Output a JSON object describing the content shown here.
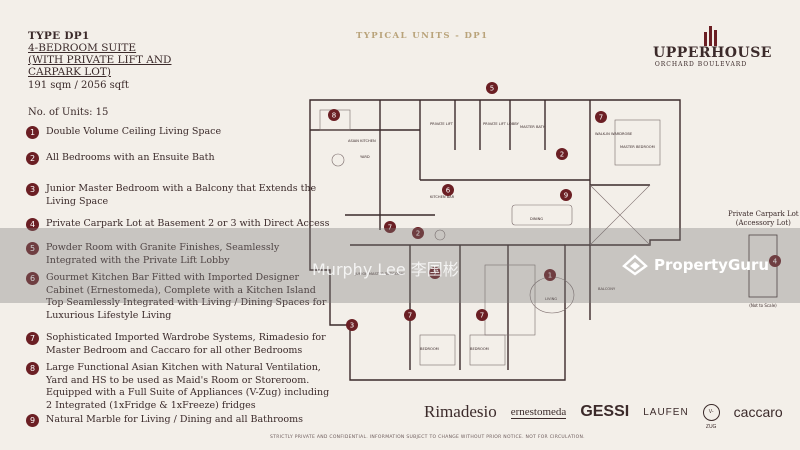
{
  "header": {
    "type": "TYPE DP1",
    "suite_lines": [
      "4-BEDROOM SUITE",
      "(WITH PRIVATE LIFT AND",
      "CARPARK LOT)"
    ],
    "area": "191 sqm / 2056 sqft",
    "units": "No. of Units: 15",
    "center_title": "TYPICAL UNITS - DP1"
  },
  "brand": {
    "name": "UPPERHOUSE",
    "sub": "ORCHARD BOULEVARD"
  },
  "features": [
    {
      "num": "1",
      "text": "Double Volume Ceiling Living Space"
    },
    {
      "num": "2",
      "text": "All Bedrooms with an Ensuite Bath"
    },
    {
      "num": "3",
      "text": "Junior Master Bedroom with a Balcony that Extends the Living Space"
    },
    {
      "num": "4",
      "text": "Private Carpark Lot at Basement 2 or 3 with Direct Access"
    },
    {
      "num": "5",
      "text": "Powder Room with Granite Finishes, Seamlessly Integrated with the Private Lift Lobby"
    },
    {
      "num": "6",
      "text": "Gourmet Kitchen Bar Fitted with Imported Designer Cabinet (Ernestomeda), Complete with a Kitchen Island Top Seamlessly Integrated with Living / Dining Spaces for Luxurious Lifestyle Living"
    },
    {
      "num": "7",
      "text": "Sophisticated Imported Wardrobe Systems, Rimadesio for Master Bedroom and Caccaro for all other Bedrooms"
    },
    {
      "num": "8",
      "text": "Large Functional Asian Kitchen with Natural Ventilation, Yard and HS to be used as Maid's Room or Storeroom. Equipped with a Full Suite of Appliances (V-Zug) including 2 Integrated (1xFridge & 1xFreeze) fridges"
    },
    {
      "num": "9",
      "text": "Natural Marble for Living / Dining and all Bathrooms"
    }
  ],
  "plan": {
    "rooms": [
      "ASIAN KITCHEN",
      "PRIVATE LIFT",
      "PRIVATE LIFT LOBBY",
      "MASTER BATH",
      "WALK-IN WARDROBE",
      "MASTER BEDROOM",
      "DINING",
      "LIVING",
      "BALCONY",
      "BEDROOM",
      "BEDROOM",
      "JUNIOR MASTER BEDROOM",
      "YARD",
      "KITCHEN BAR"
    ],
    "carpark_lines": [
      "Private Carpark Lot",
      "(Accessory Lot)"
    ],
    "carpark_note": "(Not to Scale)",
    "badges": [
      "5",
      "8",
      "7",
      "2",
      "9",
      "6",
      "7",
      "2",
      "1",
      "7",
      "7",
      "7",
      "3",
      "4"
    ]
  },
  "watermark": {
    "agent": "Murphy Lee 李国彬",
    "site": "PropertyGuru"
  },
  "brands": [
    "Rimadesio",
    "ernestomeda",
    "GESSI",
    "LAUFEN",
    "V-ZUG",
    "caccaro"
  ],
  "disclaimer": "STRICTLY PRIVATE AND CONFIDENTIAL. INFORMATION SUBJECT TO CHANGE WITHOUT PRIOR NOTICE. NOT FOR CIRCULATION.",
  "colors": {
    "accent": "#6b1f24",
    "gold": "#b9a37a",
    "text": "#3b2a2a",
    "background": "#f3efe9"
  }
}
